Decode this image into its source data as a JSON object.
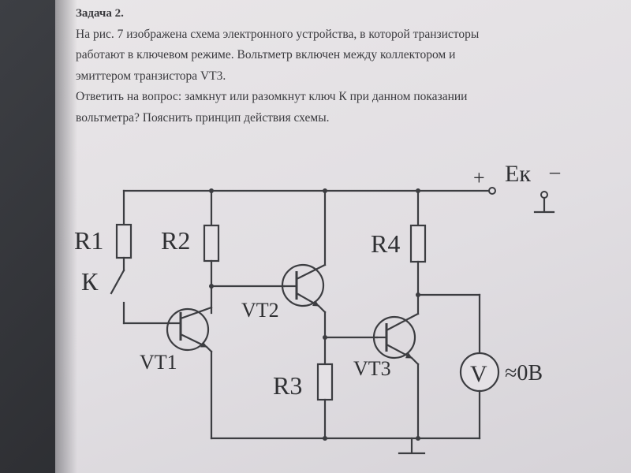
{
  "task": {
    "title": "Задача 2.",
    "lines": [
      "На рис. 7 изображена схема электронного устройства, в которой транзисторы",
      "работают в ключевом режиме. Вольтметр включен между коллектором и",
      "эмиттером транзистора VT3.",
      "Ответить на вопрос: замкнут или разомкнут ключ К при данном показании",
      "вольтметра? Пояснить принцип действия схемы."
    ]
  },
  "circuit": {
    "supply": {
      "plus": "+",
      "label": "Eк",
      "minus": "–"
    },
    "resistors": {
      "r1": "R1",
      "r2": "R2",
      "r3": "R3",
      "r4": "R4"
    },
    "switch_label": "К",
    "transistors": {
      "vt1": "VT1",
      "vt2": "VT2",
      "vt3": "VT3"
    },
    "voltmeter": {
      "symbol": "V",
      "reading": "≈0В"
    }
  }
}
